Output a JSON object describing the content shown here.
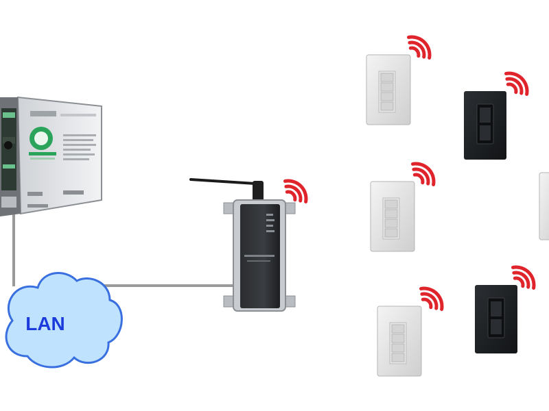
{
  "cloud": {
    "label": "LAN"
  },
  "colors": {
    "cloud_fill": "#bfe3ff",
    "cloud_stroke": "#3a6fe0",
    "cloud_text": "#1b3bdc",
    "signal_red": "#e0242c",
    "cable_gray": "#9a9a9a",
    "switch_white": "#dcdcdc",
    "switch_black": "#1c1f22"
  },
  "components": {
    "panel": {
      "name": "lighting-control-panel"
    },
    "gateway": {
      "name": "wireless-gateway"
    },
    "switches": [
      {
        "type": "white-4-button"
      },
      {
        "type": "black-rocker"
      },
      {
        "type": "white-4-button"
      },
      {
        "type": "white-4-button"
      },
      {
        "type": "black-rocker"
      },
      {
        "type": "white-partial"
      }
    ]
  }
}
